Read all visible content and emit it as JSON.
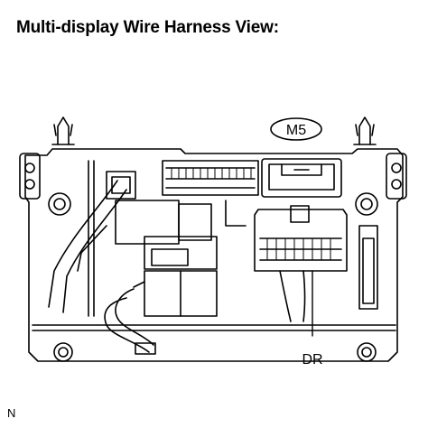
{
  "title": "Multi-display Wire Harness View:",
  "connector_label": "M5",
  "harness_label": "DR",
  "footer_code": "N"
}
